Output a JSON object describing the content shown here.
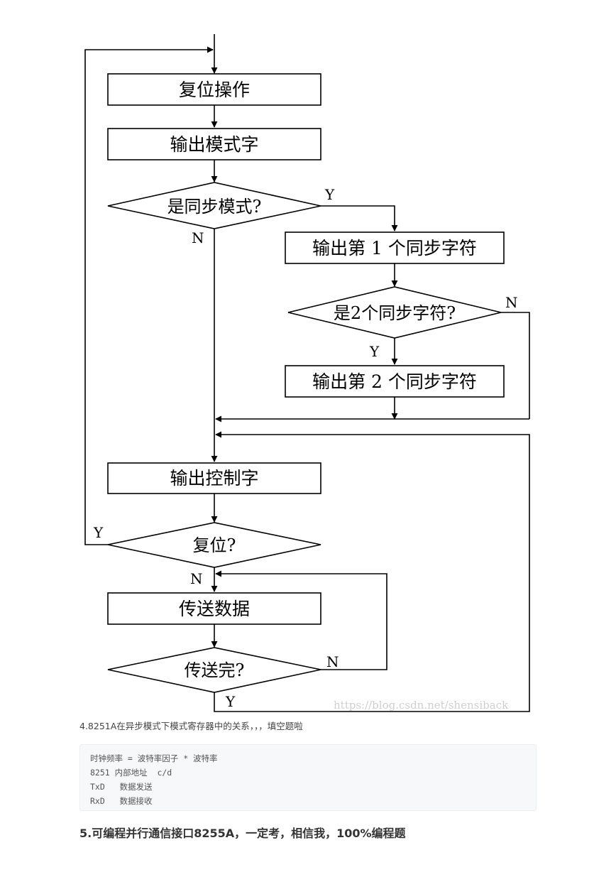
{
  "flowchart": {
    "boxes": {
      "reset_op": "复位操作",
      "output_mode_word": "输出模式字",
      "output_sync1": "输出第 1 个同步字符",
      "output_sync2": "输出第 2 个同步字符",
      "output_control_word": "输出控制字",
      "transmit_data": "传送数据"
    },
    "decisions": {
      "is_sync_mode": "是同步模式?",
      "is_two_sync": "是2个同步字符?",
      "reset_q": "复位?",
      "transmit_done": "传送完?"
    },
    "labels": {
      "yes": "Y",
      "no": "N"
    },
    "watermark": "https://blog.csdn.net/shensiback"
  },
  "caption": "4.8251A在异步模式下模式寄存器中的关系，，，填空题啦",
  "code_block": {
    "lines": [
      "时钟频率 = 波特率因子 * 波特率",
      "8251 内部地址  c/d",
      "TxD   数据发送",
      "RxD   数据接收"
    ]
  },
  "section_heading": "5.可编程并行通信接口8255A，一定考，相信我，100%编程题"
}
